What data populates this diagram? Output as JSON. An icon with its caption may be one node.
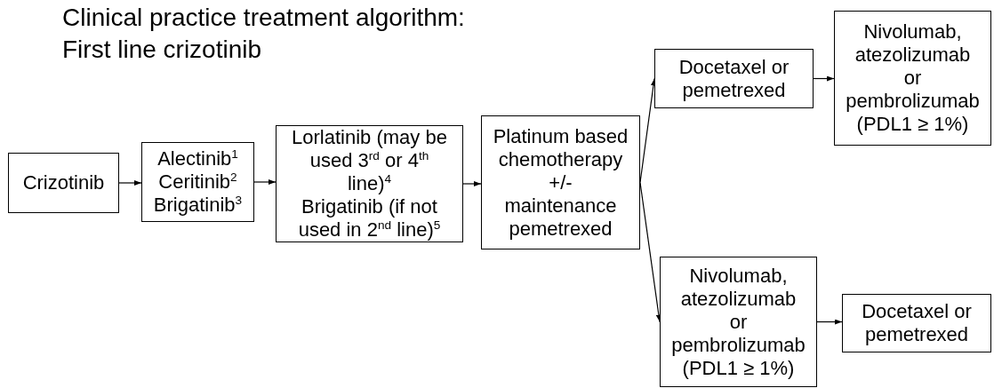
{
  "diagram": {
    "title": "Clinical practice treatment algorithm: First line crizotinib",
    "nodes": [
      {
        "text": [
          "Crizotinib"
        ]
      },
      {
        "text": [
          "Alectinib$^{1}$",
          "Ceritinib$^{2}$",
          "Brigatinib$^{3}$"
        ]
      },
      {
        "text": [
          "Lorlatinib (may be used 3$^{rd}$ or 4$^{th}$ line)$^{4}$",
          "Brigatinib (if not used in 2$^{nd}$ line)$^{5}$"
        ]
      },
      {
        "text": [
          "Platinum based chemotherapy +/- maintenance pemetrexed"
        ]
      },
      {
        "text": [
          "Docetaxel or pemetrexed"
        ]
      },
      {
        "text": [
          "Nivolumab, atezolizumab or pembrolizumab (PDL1 ≥ 1%)"
        ]
      },
      {
        "text": [
          "Nivolumab, atezolizumab or pembrolizumab (PDL1 ≥ 1%)"
        ]
      },
      {
        "text": [
          "Docetaxel or pemetrexed"
        ]
      }
    ],
    "edges": [
      {
        "from": 0,
        "to": 1,
        "arrow": "to"
      },
      {
        "from": 1,
        "to": 2,
        "arrow": "to"
      },
      {
        "from": 2,
        "to": 3,
        "arrow": "to"
      },
      {
        "from": 3,
        "to": 4,
        "arrow": "to"
      },
      {
        "from": 4,
        "to": 5,
        "arrow": "to"
      },
      {
        "from": 3,
        "to": 6,
        "arrow": "to"
      },
      {
        "from": 6,
        "to": 7,
        "arrow": "to"
      }
    ]
  }
}
